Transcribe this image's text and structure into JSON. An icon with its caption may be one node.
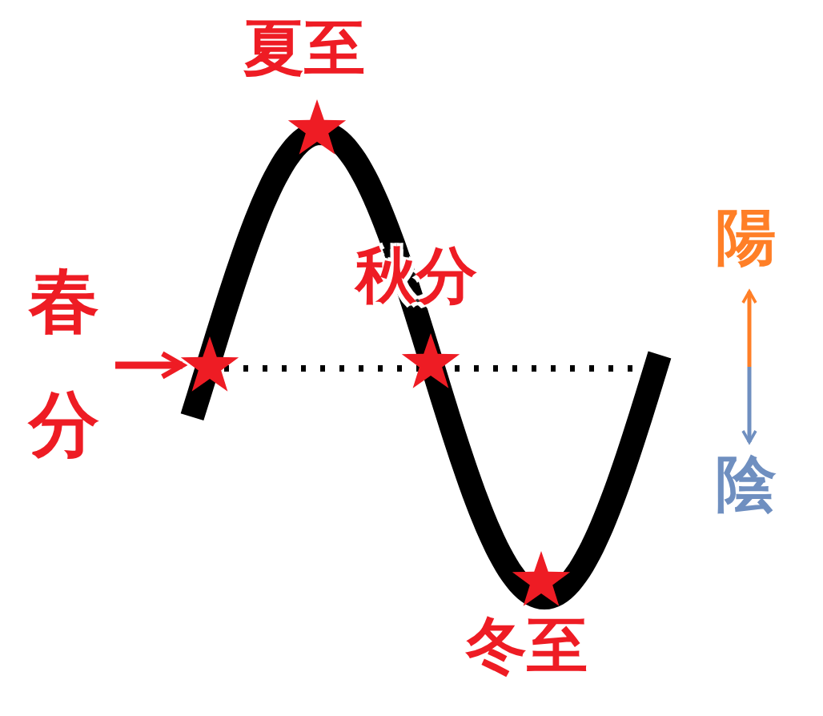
{
  "diagram": {
    "nodes": [
      {
        "text": [
          "春分"
        ]
      },
      {
        "text": [],
        "shape": "star"
      },
      {
        "text": [],
        "shape": "star"
      },
      {
        "text": [],
        "shape": "star"
      },
      {
        "text": [],
        "shape": "star"
      },
      {
        "text": [
          "陽"
        ]
      },
      {
        "text": [
          "陰"
        ]
      }
    ],
    "edges": [
      {
        "from": 0,
        "to": 1,
        "arrow": "to"
      },
      {
        "from": 5,
        "to": 6,
        "arrow": "both"
      }
    ],
    "labels": [
      "夏至",
      "秋分",
      "冬至"
    ]
  }
}
